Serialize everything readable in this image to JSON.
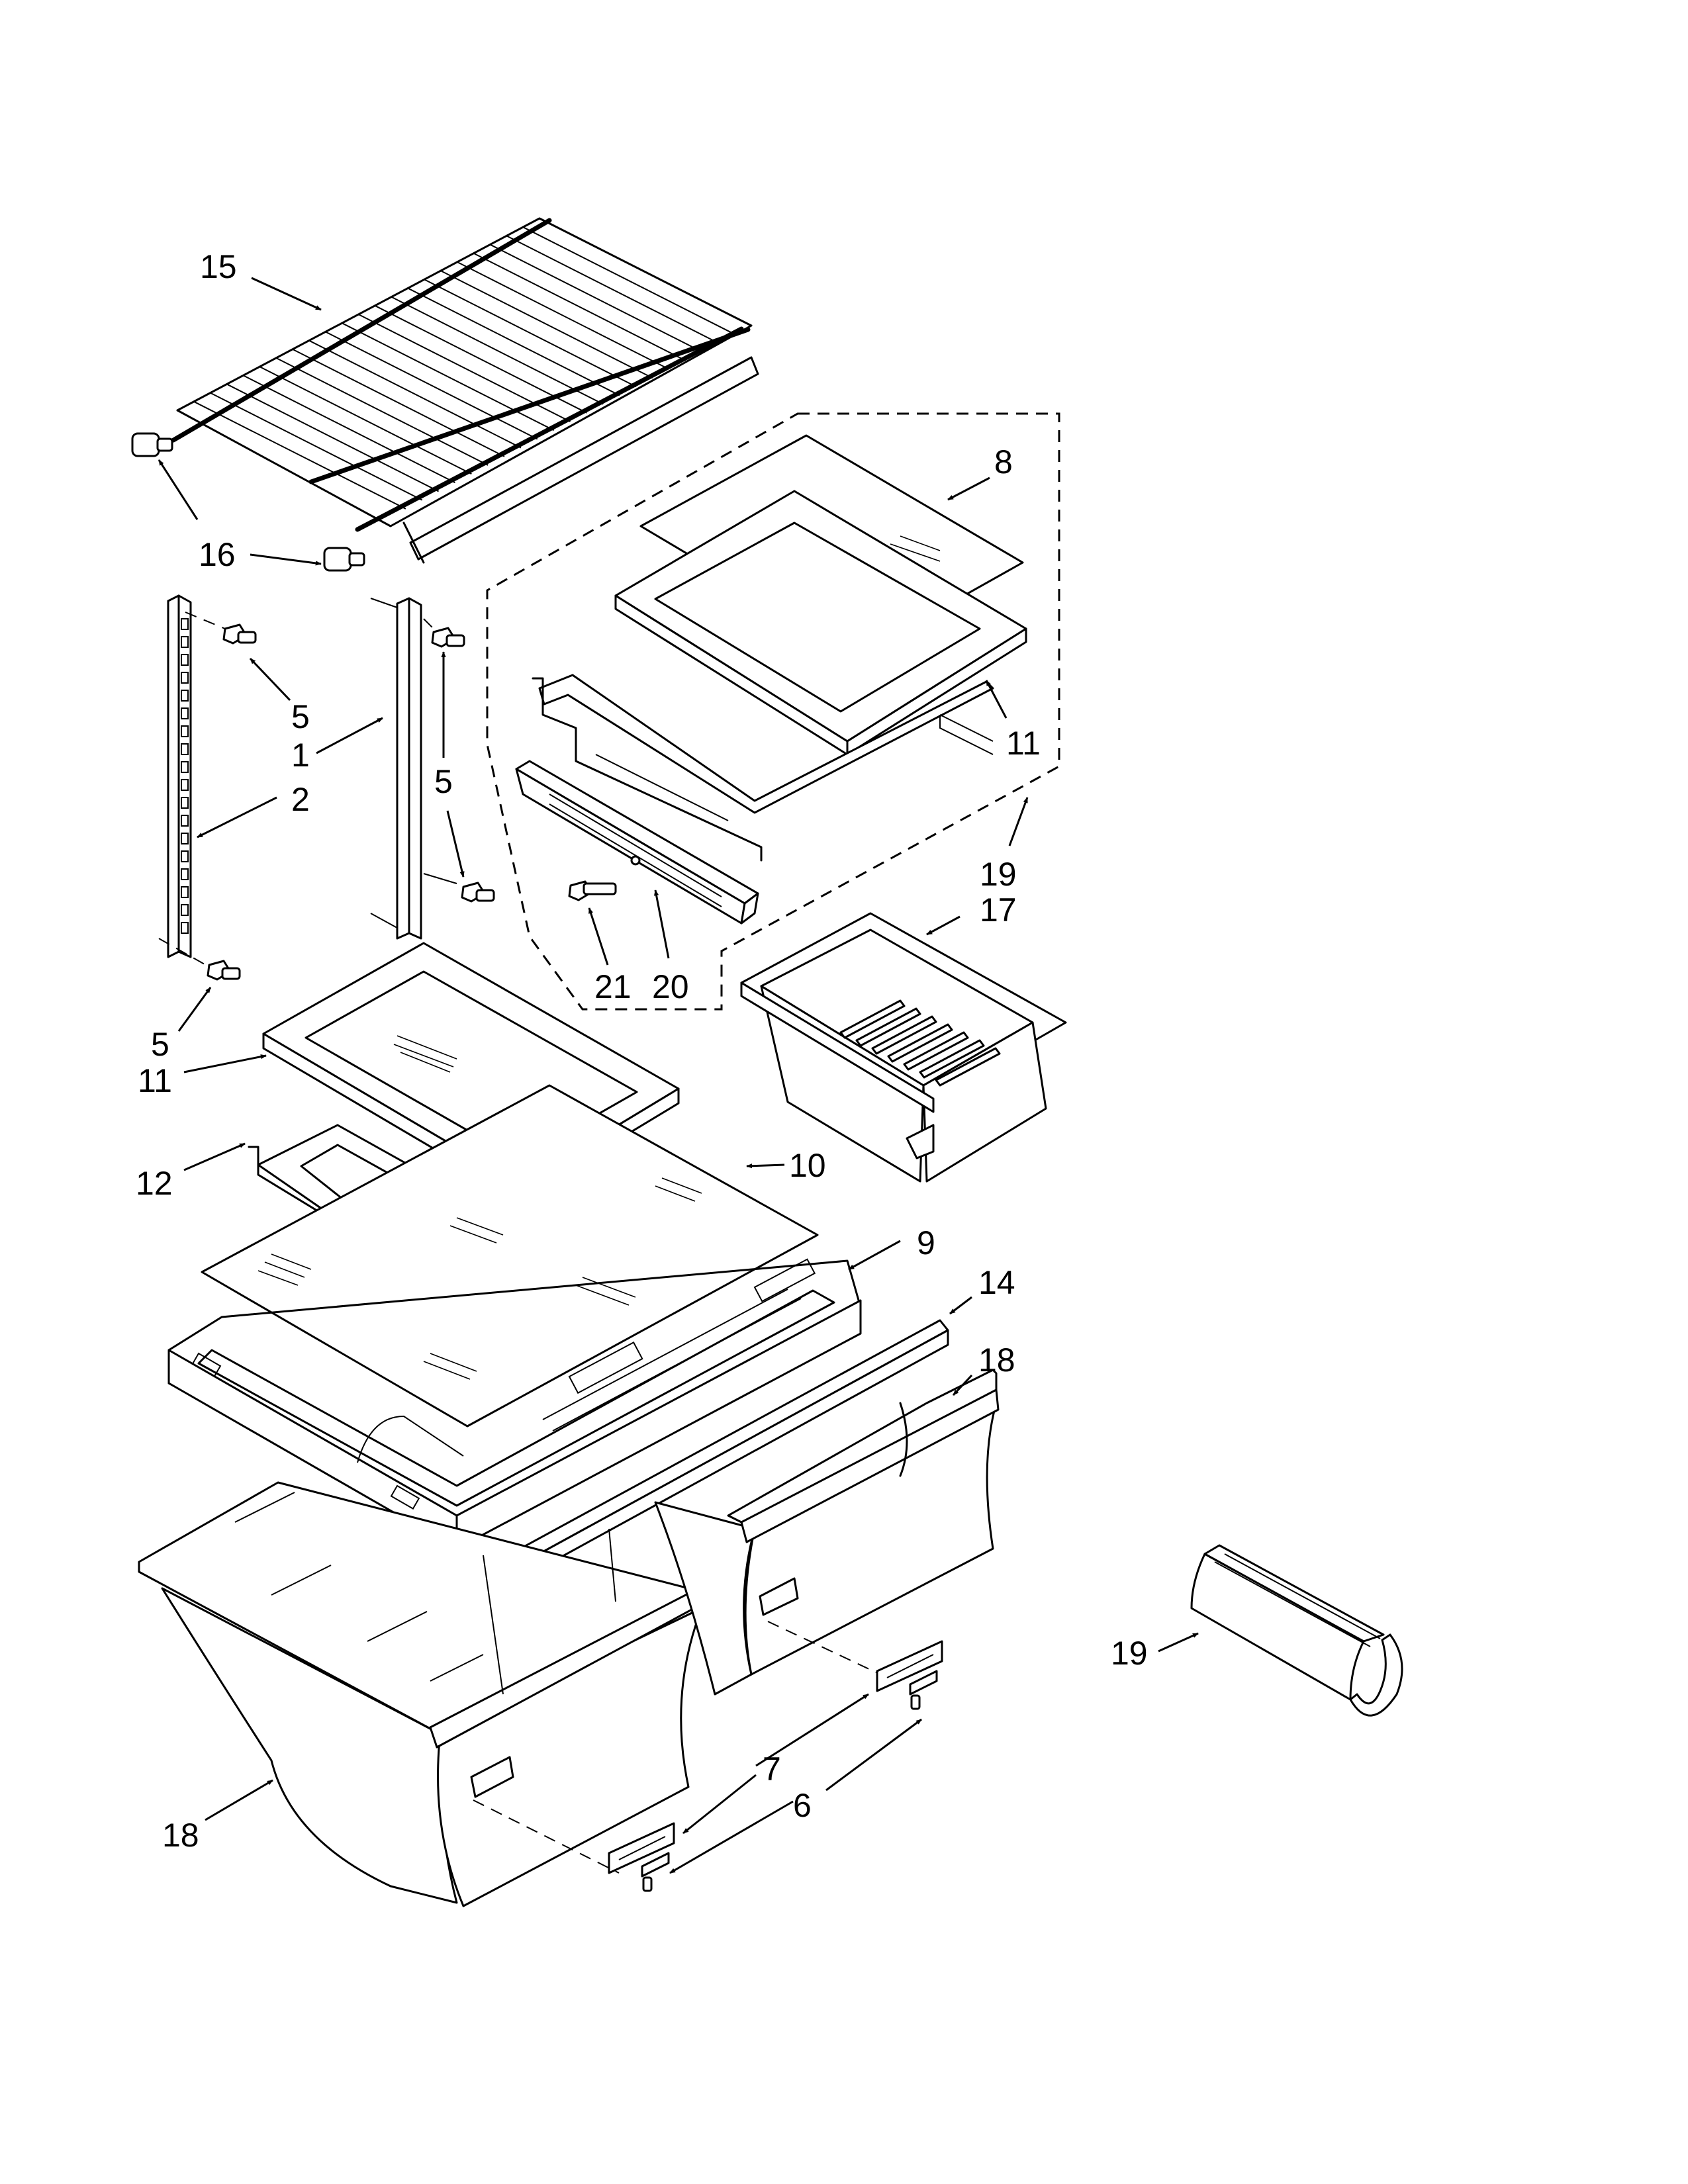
{
  "colors": {
    "ink": "#000000",
    "paper": "#ffffff"
  },
  "callouts": [
    {
      "id": "c15",
      "text": "15"
    },
    {
      "id": "c16",
      "text": "16"
    },
    {
      "id": "c8",
      "text": "8"
    },
    {
      "id": "c5a",
      "text": "5"
    },
    {
      "id": "c1",
      "text": "1"
    },
    {
      "id": "c2",
      "text": "2"
    },
    {
      "id": "c5b",
      "text": "5"
    },
    {
      "id": "c11a",
      "text": "11"
    },
    {
      "id": "c19a",
      "text": "19"
    },
    {
      "id": "c17",
      "text": "17"
    },
    {
      "id": "c21",
      "text": "21"
    },
    {
      "id": "c20",
      "text": "20"
    },
    {
      "id": "c5c",
      "text": "5"
    },
    {
      "id": "c11b",
      "text": "11"
    },
    {
      "id": "c10",
      "text": "10"
    },
    {
      "id": "c12",
      "text": "12"
    },
    {
      "id": "c9",
      "text": "9"
    },
    {
      "id": "c14",
      "text": "14"
    },
    {
      "id": "c18a",
      "text": "18"
    },
    {
      "id": "c19b",
      "text": "19"
    },
    {
      "id": "c7",
      "text": "7"
    },
    {
      "id": "c6",
      "text": "6"
    },
    {
      "id": "c18b",
      "text": "18"
    }
  ]
}
